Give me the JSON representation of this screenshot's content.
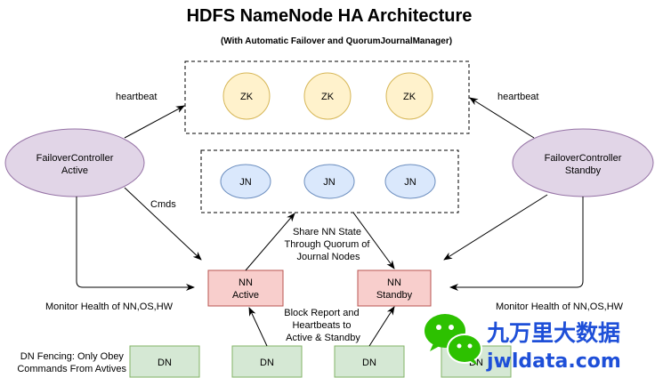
{
  "title": "HDFS NameNode HA Architecture",
  "subtitle": "(With Automatic Failover and QuorumJournalManager)",
  "zookeeper_cluster": {
    "nodes": [
      "ZK",
      "ZK",
      "ZK"
    ]
  },
  "journal_cluster": {
    "nodes": [
      "JN",
      "JN",
      "JN"
    ]
  },
  "failover_controllers": {
    "active": {
      "line1": "FailoverController",
      "line2": "Active"
    },
    "standby": {
      "line1": "FailoverController",
      "line2": "Standby"
    }
  },
  "namenodes": {
    "active": {
      "line1": "NN",
      "line2": "Active"
    },
    "standby": {
      "line1": "NN",
      "line2": "Standby"
    }
  },
  "datanodes": [
    "DN",
    "DN",
    "DN",
    "DN"
  ],
  "labels": {
    "heartbeat_left": "heartbeat",
    "heartbeat_right": "heartbeat",
    "cmds": "Cmds",
    "share_state": [
      "Share NN State",
      "Through Quorum of",
      "Journal Nodes"
    ],
    "monitor_left": "Monitor Health of NN,OS,HW",
    "monitor_right": "Monitor Health of NN,OS,HW",
    "block_report": [
      "Block Report and",
      "Heartbeats to",
      "Active & Standby"
    ],
    "dn_fencing": [
      "DN Fencing: Only Obey",
      "Commands From Avtives"
    ]
  },
  "watermark": {
    "brand_cn": "九万里大数据",
    "brand_en": "jwldata.com",
    "icon": "wechat-icon"
  },
  "colors": {
    "zk_fill": "#fff2cc",
    "zk_stroke": "#d6b656",
    "jn_fill": "#dae8fc",
    "jn_stroke": "#6c8ebf",
    "fc_fill": "#e1d5e7",
    "fc_stroke": "#9673a6",
    "nn_fill": "#f8cecc",
    "nn_stroke": "#b85450",
    "dn_fill": "#d5e8d4",
    "dn_stroke": "#82b366",
    "wechat_green": "#2dc100",
    "watermark_blue": "#1e4fd8"
  }
}
